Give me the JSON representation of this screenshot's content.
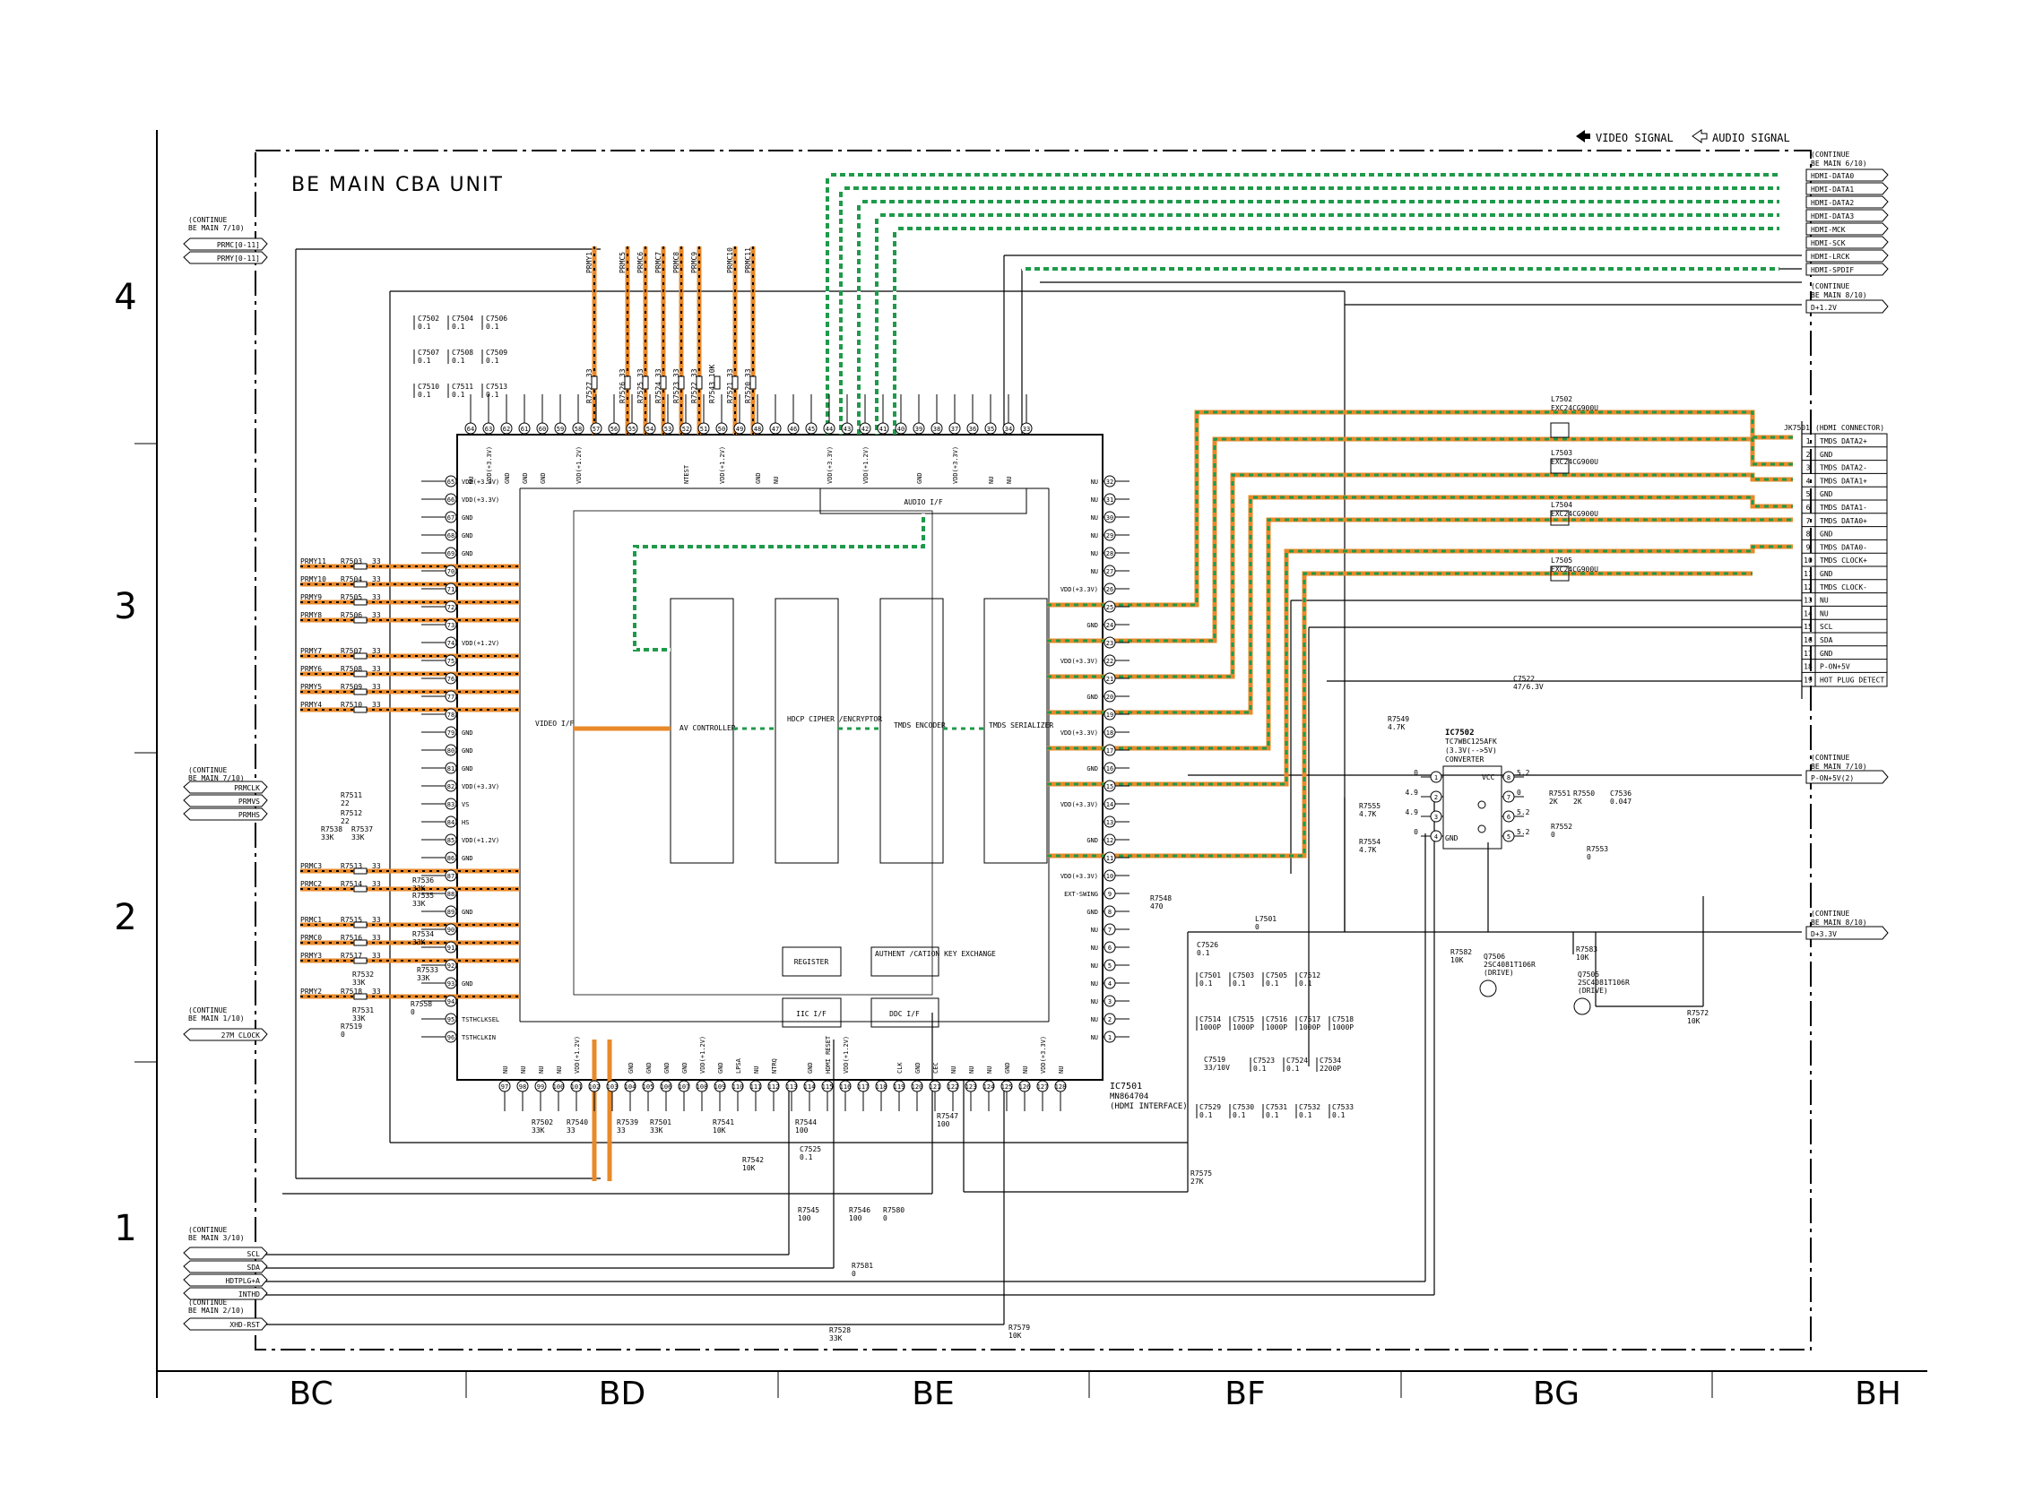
{
  "title": "BE MAIN CBA UNIT",
  "legend": {
    "video": "VIDEO SIGNAL",
    "audio": "AUDIO SIGNAL"
  },
  "colors": {
    "video": "#e8892a",
    "audio": "#1f9a4a",
    "line": "#000000"
  },
  "grid": {
    "rows": [
      "4",
      "3",
      "2",
      "1"
    ],
    "cols": [
      "BC",
      "BD",
      "BE",
      "BF",
      "BG",
      "BH"
    ]
  },
  "ic": {
    "ref": "IC7501",
    "part": "MN864704",
    "func": "(HDMI INTERFACE)",
    "blocks": {
      "audio_if": "AUDIO I/F",
      "video_if": "VIDEO I/F",
      "av": "AV CONTROLLER",
      "hdcp": "HDCP CIPHER /ENCRYPTOR",
      "tmds_enc": "TMDS ENCODER",
      "tmds_ser": "TMDS SERIALIZER",
      "register": "REGISTER",
      "auth": "AUTHENT /CATION KEY EXCHANGE",
      "iic": "IIC I/F",
      "ddc": "DDC I/F"
    },
    "top_pins": [
      "64",
      "63",
      "62",
      "61",
      "60",
      "59",
      "58",
      "57",
      "56",
      "55",
      "54",
      "53",
      "52",
      "51",
      "50",
      "49",
      "48",
      "47",
      "46",
      "45",
      "44",
      "43",
      "42",
      "41",
      "40",
      "39",
      "38",
      "37",
      "36",
      "35",
      "34",
      "33"
    ],
    "top_labels": [
      "NU",
      "VDD(+3.3V)",
      "GND",
      "GND",
      "GND",
      "",
      "VDD(+1.2V)",
      "",
      "",
      "",
      "",
      "",
      "NTEST",
      "",
      "VDD(+1.2V)",
      "",
      "GND",
      "NU",
      "",
      "",
      "VDD(+3.3V)",
      "",
      "VDD(+1.2V)",
      "",
      "",
      "GND",
      "",
      "VDD(+3.3V)",
      "",
      "NU",
      "NU",
      ""
    ],
    "left_pins": [
      "65",
      "66",
      "67",
      "68",
      "69",
      "70",
      "71",
      "72",
      "73",
      "74",
      "75",
      "76",
      "77",
      "78",
      "79",
      "80",
      "81",
      "82",
      "83",
      "84",
      "85",
      "86",
      "87",
      "88",
      "89",
      "90",
      "91",
      "92",
      "93",
      "94",
      "95",
      "96"
    ],
    "left_labels": [
      "VDD(+3.3V)",
      "VDD(+3.3V)",
      "GND",
      "GND",
      "GND",
      "",
      "",
      "",
      "",
      "VDD(+1.2V)",
      "",
      "",
      "",
      "",
      "GND",
      "GND",
      "GND",
      "VDD(+3.3V)",
      "VS",
      "HS",
      "VDD(+1.2V)",
      "GND",
      "",
      "",
      "GND",
      "",
      "",
      "",
      "GND",
      "",
      "TSTHCLKSEL",
      "TSTHCLKIN"
    ],
    "right_pins": [
      "32",
      "31",
      "30",
      "29",
      "28",
      "27",
      "26",
      "25",
      "24",
      "23",
      "22",
      "21",
      "20",
      "19",
      "18",
      "17",
      "16",
      "15",
      "14",
      "13",
      "12",
      "11",
      "10",
      "9",
      "8",
      "7",
      "6",
      "5",
      "4",
      "3",
      "2",
      "1"
    ],
    "right_labels": [
      "NU",
      "NU",
      "NU",
      "NU",
      "NU",
      "NU",
      "VDD(+3.3V)",
      "",
      "GND",
      "",
      "VDD(+3.3V)",
      "",
      "GND",
      "",
      "VDD(+3.3V)",
      "",
      "GND",
      "",
      "VDD(+3.3V)",
      "",
      "GND",
      "",
      "VDD(+3.3V)",
      "EXT-SWING",
      "GND",
      "NU",
      "NU",
      "NU",
      "NU",
      "NU",
      "NU",
      "NU"
    ],
    "bottom_pins": [
      "97",
      "98",
      "99",
      "100",
      "101",
      "102",
      "103",
      "104",
      "105",
      "106",
      "107",
      "108",
      "109",
      "110",
      "111",
      "112",
      "113",
      "114",
      "115",
      "116",
      "117",
      "118",
      "119",
      "120",
      "121",
      "122",
      "123",
      "124",
      "125",
      "126",
      "127",
      "128"
    ],
    "bottom_labels": [
      "NU",
      "NU",
      "NU",
      "NU",
      "VDD(+1.2V)",
      "",
      "",
      "GND",
      "GND",
      "GND",
      "GND",
      "VDD(+1.2V)",
      "GND",
      "LPSA",
      "NU",
      "NTRQ",
      "",
      "GND",
      "HDMI RESET",
      "VDD(+1.2V)",
      "",
      "",
      "CLK",
      "GND",
      "CEC",
      "NU",
      "NU",
      "NU",
      "GND",
      "NU",
      "VDD(+3.3V)",
      "NU"
    ]
  },
  "connectors": {
    "top_right": {
      "continue1": [
        "(CONTINUE",
        "BE MAIN 6/10)"
      ],
      "signals": [
        "HDMI-DATA0",
        "HDMI-DATA1",
        "HDMI-DATA2",
        "HDMI-DATA3",
        "HDMI-MCK",
        "HDMI-SCK",
        "HDMI-LRCK",
        "HDMI-SPDIF"
      ],
      "continue2": [
        "(CONTINUE",
        "BE MAIN 8/10)"
      ],
      "power": "D+1.2V"
    },
    "left_top": {
      "cont": [
        "(CONTINUE",
        "BE MAIN 7/10)"
      ],
      "sigs": [
        "PRMC[0-11]",
        "PRMY[0-11]"
      ]
    },
    "left_mid": {
      "cont": [
        "(CONTINUE",
        "BE MAIN 7/10)"
      ],
      "sigs": [
        "PRMCLK",
        "PRMVS",
        "PRMHS"
      ]
    },
    "left_clk": {
      "cont": [
        "(CONTINUE",
        "BE MAIN 1/10)"
      ],
      "sigs": [
        "27M CLOCK"
      ]
    },
    "left_bot": {
      "cont": [
        "(CONTINUE",
        "BE MAIN 3/10)"
      ],
      "sigs": [
        "SCL",
        "SDA",
        "HDTPLG+A",
        "INTHD"
      ]
    },
    "left_rst": {
      "cont": [
        "(CONTINUE",
        "BE MAIN 2/10)"
      ],
      "sigs": [
        "XHD-RST"
      ]
    },
    "right_p": {
      "cont": [
        "(CONTINUE",
        "BE MAIN 7/10)"
      ],
      "sig": "P-ON+5V(2)"
    },
    "right_d": {
      "cont": [
        "(CONTINUE",
        "BE MAIN 8/10)"
      ],
      "sig": "D+3.3V"
    },
    "jack": {
      "ref": "JK7501",
      "name": "(HDMI CONNECTOR)",
      "pins": [
        "1",
        "2",
        "3",
        "4",
        "5",
        "6",
        "7",
        "8",
        "9",
        "10",
        "11",
        "12",
        "13",
        "14",
        "15",
        "16",
        "17",
        "18",
        "19"
      ],
      "labels": [
        "TMDS DATA2+",
        "GND",
        "TMDS DATA2-",
        "TMDS DATA1+",
        "GND",
        "TMDS DATA1-",
        "TMDS DATA0+",
        "GND",
        "TMDS DATA0-",
        "TMDS CLOCK+",
        "GND",
        "TMDS CLOCK-",
        "NU",
        "NU",
        "SCL",
        "SDA",
        "GND",
        "P-ON+5V",
        "HOT PLUG DETECT"
      ]
    }
  },
  "left_resistors": [
    {
      "sig": "PRMY11",
      "ref": "R7503",
      "val": "33"
    },
    {
      "sig": "PRMY10",
      "ref": "R7504",
      "val": "33"
    },
    {
      "sig": "PRMY9",
      "ref": "R7505",
      "val": "33"
    },
    {
      "sig": "PRMY8",
      "ref": "R7506",
      "val": "33"
    },
    {
      "sig": "PRMY7",
      "ref": "R7507",
      "val": "33"
    },
    {
      "sig": "PRMY6",
      "ref": "R7508",
      "val": "33"
    },
    {
      "sig": "PRMY5",
      "ref": "R7509",
      "val": "33"
    },
    {
      "sig": "PRMY4",
      "ref": "R7510",
      "val": "33"
    }
  ],
  "left_resistors2": [
    {
      "sig": "PRMC3",
      "ref": "R7513",
      "val": "33"
    },
    {
      "sig": "PRMC2",
      "ref": "R7514",
      "val": "33"
    },
    {
      "sig": "PRMC1",
      "ref": "R7515",
      "val": "33"
    },
    {
      "sig": "PRMC0",
      "ref": "R7516",
      "val": "33"
    },
    {
      "sig": "PRMY3",
      "ref": "R7517",
      "val": "33"
    },
    {
      "sig": "PRMY2",
      "ref": "R7518",
      "val": "33"
    }
  ],
  "top_resistors": [
    {
      "sig": "PRMY1",
      "ref": "R7527",
      "val": "33"
    },
    {
      "sig": "PRMC5",
      "ref": "R7526",
      "val": "33"
    },
    {
      "sig": "PRMC6",
      "ref": "R7525",
      "val": "33"
    },
    {
      "sig": "PRMC7",
      "ref": "R7524",
      "val": "33"
    },
    {
      "sig": "PRMC8",
      "ref": "R7523",
      "val": "33"
    },
    {
      "sig": "PRMC9",
      "ref": "R7522",
      "val": "33"
    },
    {
      "sig": "",
      "ref": "R7543",
      "val": "10K"
    },
    {
      "sig": "PRMC10",
      "ref": "R7521",
      "val": "33"
    },
    {
      "sig": "PRMC11",
      "ref": "R7520",
      "val": "33"
    }
  ],
  "caps_tl": [
    {
      "ref": "C7502",
      "val": "0.1"
    },
    {
      "ref": "C7504",
      "val": "0.1"
    },
    {
      "ref": "C7506",
      "val": "0.1"
    },
    {
      "ref": "C7507",
      "val": "0.1"
    },
    {
      "ref": "C7508",
      "val": "0.1"
    },
    {
      "ref": "C7509",
      "val": "0.1"
    },
    {
      "ref": "C7510",
      "val": "0.1"
    },
    {
      "ref": "C7511",
      "val": "0.1"
    },
    {
      "ref": "C7513",
      "val": "0.1"
    }
  ],
  "misc_parts": {
    "r7511": [
      "R7511",
      "22"
    ],
    "r7512": [
      "R7512",
      "22"
    ],
    "r7538": [
      "R7538",
      "33K"
    ],
    "r7537": [
      "R7537",
      "33K"
    ],
    "r7536": [
      "R7536",
      "33K"
    ],
    "r7535": [
      "R7535",
      "33K"
    ],
    "r7534": [
      "R7534",
      "33K"
    ],
    "r7533": [
      "R7533",
      "33K"
    ],
    "r7532": [
      "R7532",
      "33K"
    ],
    "r7558": [
      "R7558",
      "0"
    ],
    "r7531": [
      "R7531",
      "33K"
    ],
    "r7519": [
      "R7519",
      "0"
    ],
    "r7502": [
      "R7502",
      "33K"
    ],
    "r7540": [
      "R7540",
      "33"
    ],
    "r7539": [
      "R7539",
      "33"
    ],
    "r7501": [
      "R7501",
      "33K"
    ],
    "r7541": [
      "R7541",
      "10K"
    ],
    "r7542": [
      "R7542",
      "10K"
    ],
    "r7544": [
      "R7544",
      "100"
    ],
    "c7525": [
      "C7525",
      "0.1"
    ],
    "r7547": [
      "R7547",
      "100"
    ],
    "r7545": [
      "R7545",
      "100"
    ],
    "r7546": [
      "R7546",
      "100"
    ],
    "r7580": [
      "R7580",
      "0"
    ],
    "r7581": [
      "R7581",
      "0"
    ],
    "r7528": [
      "R7528",
      "33K"
    ],
    "r7579": [
      "R7579",
      "10K"
    ],
    "r7575": [
      "R7575",
      "27K"
    ],
    "r7548": [
      "R7548",
      "470"
    ],
    "l7501": [
      "L7501",
      "0"
    ],
    "c7526": [
      "C7526",
      "0.1"
    ],
    "r7549": [
      "R7549",
      "4.7K"
    ],
    "r7555": [
      "R7555",
      "4.7K"
    ],
    "r7554": [
      "R7554",
      "4.7K"
    ],
    "r7551": [
      "R7551",
      "2K"
    ],
    "r7550": [
      "R7550",
      "2K"
    ],
    "c7536": [
      "C7536",
      "0.047"
    ],
    "r7552": [
      "R7552",
      "0"
    ],
    "r7553": [
      "R7553",
      "0"
    ],
    "c7522": [
      "C7522",
      "47/6.3V"
    ],
    "r7582": [
      "R7582",
      "10K"
    ],
    "r7583": [
      "R7583",
      "10K"
    ],
    "r7572": [
      "R7572",
      "10K"
    ],
    "q7506": [
      "Q7506",
      "2SC4081T106R",
      "(DRIVE)"
    ],
    "q7505": [
      "Q7505",
      "2SC4081T106R",
      "(DRIVE)"
    ],
    "c7519": [
      "C7519",
      "33/10V"
    ]
  },
  "caps_br1": [
    {
      "ref": "C7501",
      "val": "0.1"
    },
    {
      "ref": "C7503",
      "val": "0.1"
    },
    {
      "ref": "C7505",
      "val": "0.1"
    },
    {
      "ref": "C7512",
      "val": "0.1"
    }
  ],
  "caps_br2": [
    {
      "ref": "C7514",
      "val": "1000P"
    },
    {
      "ref": "C7515",
      "val": "1000P"
    },
    {
      "ref": "C7516",
      "val": "1000P"
    },
    {
      "ref": "C7517",
      "val": "1000P"
    },
    {
      "ref": "C7518",
      "val": "1000P"
    }
  ],
  "caps_br3": [
    {
      "ref": "C7523",
      "val": "0.1"
    },
    {
      "ref": "C7524",
      "val": "0.1"
    },
    {
      "ref": "C7534",
      "val": "2200P"
    }
  ],
  "caps_br4": [
    {
      "ref": "C7529",
      "val": "0.1"
    },
    {
      "ref": "C7530",
      "val": "0.1"
    },
    {
      "ref": "C7531",
      "val": "0.1"
    },
    {
      "ref": "C7532",
      "val": "0.1"
    },
    {
      "ref": "C7533",
      "val": "0.1"
    }
  ],
  "inductors": [
    {
      "ref": "L7502",
      "val": "EXC24CG900U"
    },
    {
      "ref": "L7503",
      "val": "EXC24CG900U"
    },
    {
      "ref": "L7504",
      "val": "EXC24CG900U"
    },
    {
      "ref": "L7505",
      "val": "EXC24CG900U"
    }
  ],
  "ic7502": {
    "ref": "IC7502",
    "part": "TC7WBC125AFK",
    "desc1": "(3.3V(-->5V)",
    "desc2": "CONVERTER",
    "vcc": "VCC",
    "gnd": "GND",
    "pins_l": [
      "1",
      "2",
      "3",
      "4"
    ],
    "pins_r": [
      "8",
      "7",
      "6",
      "5"
    ],
    "volts_l": [
      "0",
      "4.9",
      "4.9",
      "0"
    ],
    "volts_r": [
      "5.2",
      "0",
      "5.2",
      "5.2"
    ]
  }
}
